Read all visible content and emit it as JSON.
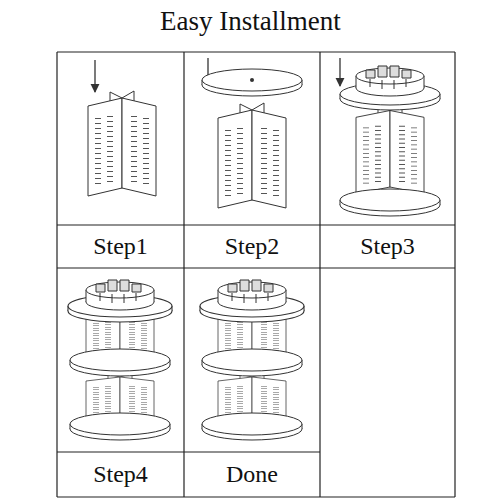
{
  "diagram": {
    "title": "Easy Installment",
    "nodes": [
      {
        "text": [
          "Step1"
        ]
      },
      {
        "text": [
          "Step2"
        ]
      },
      {
        "text": [
          "Step3"
        ]
      },
      {
        "text": [
          "Step4"
        ]
      },
      {
        "text": [
          "Done"
        ]
      }
    ]
  }
}
